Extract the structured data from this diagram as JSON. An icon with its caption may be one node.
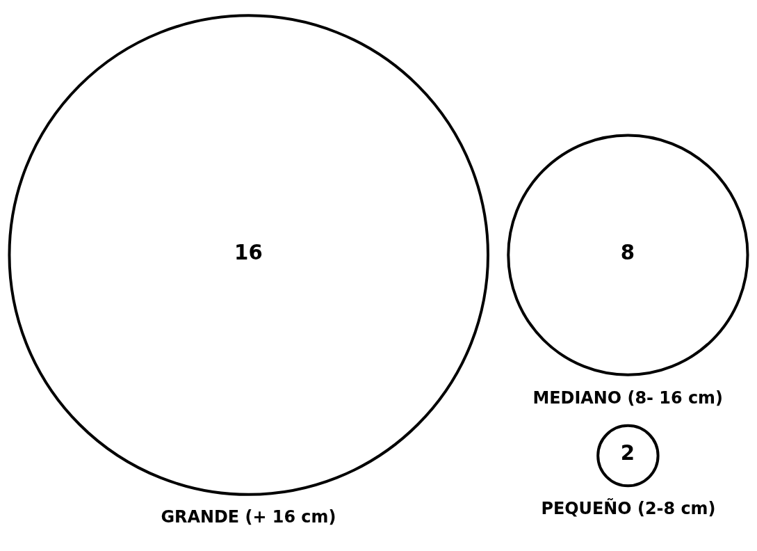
{
  "diagram": {
    "nodes": [
      {
        "text": [
          "16"
        ],
        "beside": [
          "GRANDE (+ 16 cm)"
        ]
      },
      {
        "text": [
          "8"
        ],
        "beside": [
          "MEDIANO (8- 16 cm)"
        ]
      },
      {
        "text": [
          "2"
        ],
        "beside": [
          "PEQUEÑO (2-8 cm)"
        ]
      }
    ]
  }
}
